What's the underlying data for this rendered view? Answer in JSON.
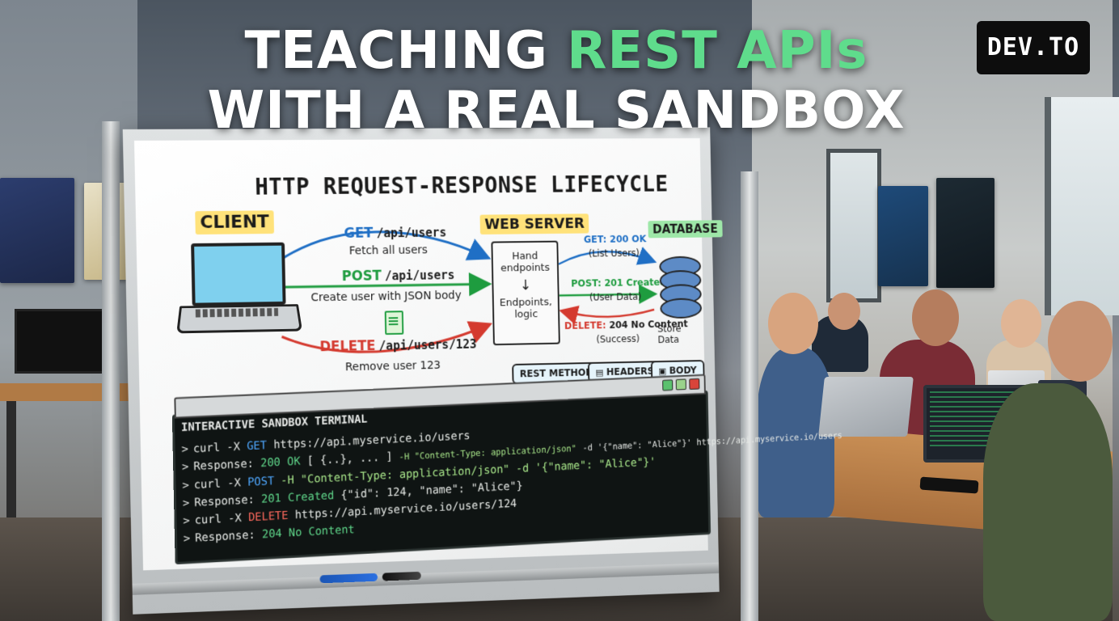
{
  "headline": {
    "line1_prefix": "TEACHING",
    "line1_accent": "REST APIs",
    "line2": "WITH A REAL SANDBOX"
  },
  "brand": {
    "label": "DEV.TO"
  },
  "whiteboard": {
    "title": "HTTP REQUEST-RESPONSE LIFECYCLE",
    "client_label": "CLIENT",
    "server_label": "WEB SERVER",
    "database_label": "DATABASE",
    "server_box": {
      "line1": "Hand",
      "line2": "endpoints",
      "line3": "Endpoints,",
      "line4": "logic"
    },
    "requests": [
      {
        "method": "GET",
        "path": "/api/users",
        "desc": "Fetch all users",
        "color": "#1f6fc5"
      },
      {
        "method": "POST",
        "path": "/api/users",
        "desc": "Create user with JSON body",
        "color": "#1e9c3f"
      },
      {
        "method": "DELETE",
        "path": "/api/users/123",
        "desc": "Remove user 123",
        "color": "#d43a2f"
      }
    ],
    "responses": [
      {
        "status": "GET: 200 OK",
        "detail": "(List Users)"
      },
      {
        "status": "POST: 201 Created",
        "detail": "(User Data)"
      },
      {
        "status_prefix": "DELETE:",
        "status_rest": "204 No Content",
        "detail": "(Success)"
      }
    ],
    "db_caption": "Store Data",
    "pills": [
      {
        "label": "REST METHODS"
      },
      {
        "label": "HEADERS"
      },
      {
        "label": "BODY"
      }
    ]
  },
  "terminal": {
    "title": "INTERACTIVE SANDBOX TERMINAL",
    "prompt": ">",
    "lines": [
      {
        "pre": "curl -X",
        "kw": "GET",
        "post": "https://api.myservice.io/users"
      },
      {
        "pre": "Response:",
        "kw": "200 OK",
        "post": "[ {..}, ... ]"
      },
      {
        "pre": "Response: 200 OK [ {..}, ... ]",
        "extra1": "-H \"Content-Type: application/json\"",
        "extra2": "-d '{\"name\": \"Alice\"}' https://api.myservice.io/users"
      },
      {
        "pre": "curl -X",
        "kw": "POST",
        "post": "-H \"Content-Type: application/json\" -d '{\"name\": \"Alice\"}'"
      },
      {
        "pre": "Response:",
        "kw": "201 Created",
        "post": "{\"id\": 124, \"name\": \"Alice\"}"
      },
      {
        "pre": "curl -X",
        "kw": "DELETE",
        "post": "https://api.myservice.io/users/124"
      },
      {
        "pre": "Response:",
        "kw": "204 No Content",
        "post": ""
      }
    ]
  },
  "colors": {
    "accent_green": "#5fdc8c",
    "get_blue": "#1f6fc5",
    "post_green": "#1e9c3f",
    "delete_red": "#d43a2f",
    "terminal_bg": "#0f1413"
  }
}
